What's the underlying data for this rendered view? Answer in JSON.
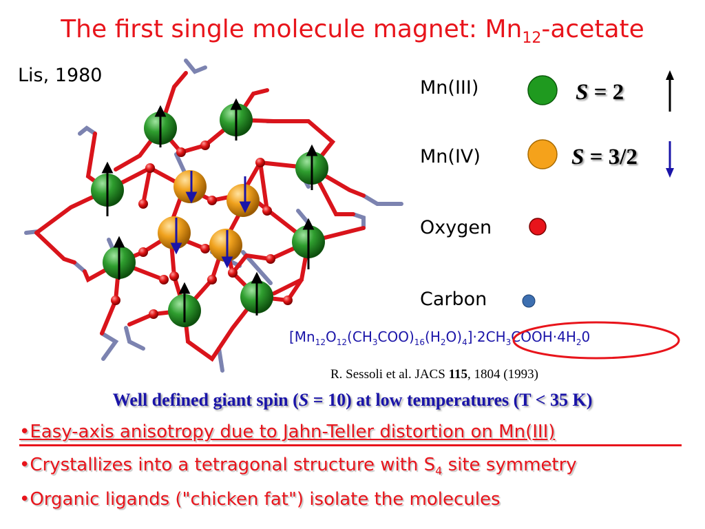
{
  "title": {
    "main": "The first single molecule magnet: Mn",
    "sub": "12",
    "tail": "-acetate"
  },
  "citation_lis": "Lis, 1980",
  "legend": [
    {
      "label": "Mn(III)",
      "color": "#1f9a1f",
      "spin_symbol": "S",
      "spin_value": " = 2",
      "arrow": "up"
    },
    {
      "label": "Mn(IV)",
      "color": "#f5a21b",
      "spin_symbol": "S",
      "spin_value": " = 3/2",
      "arrow": "down"
    },
    {
      "label": "Oxygen",
      "color": "#e8141b"
    },
    {
      "label": "Carbon",
      "color": "#3d6fb0"
    }
  ],
  "formula": {
    "parts": [
      "[Mn",
      "12",
      "O",
      "12",
      "(CH",
      "3",
      "COO)",
      "16",
      "(H",
      "2",
      "O)",
      "4",
      "]·2CH",
      "3",
      "COOH·4H",
      "2",
      "0"
    ]
  },
  "reference": {
    "pre": "R. Sessoli et al. JACS ",
    "volume": "115",
    "post": ", 1804 (1993)"
  },
  "headline": {
    "pre": "Well defined giant spin (",
    "symbol": "S",
    "post": " = 10) at low temperatures (T < 35 K)"
  },
  "bullets": [
    {
      "text": "•Easy-axis anisotropy due to Jahn-Teller distortion on Mn(III)"
    },
    {
      "pre": "•Crystallizes into a tetragonal structure with S",
      "sub": "4",
      "post": " site symmetry"
    },
    {
      "text": "•Organic ligands (\"chicken fat\") isolate the molecules"
    }
  ],
  "colors": {
    "title_red": "#e8141b",
    "formula_blue": "#1a14a8",
    "bond_red": "#d9141b",
    "carbon_grey": "#7c83b0",
    "spin_down_blue": "#1a14a8"
  }
}
